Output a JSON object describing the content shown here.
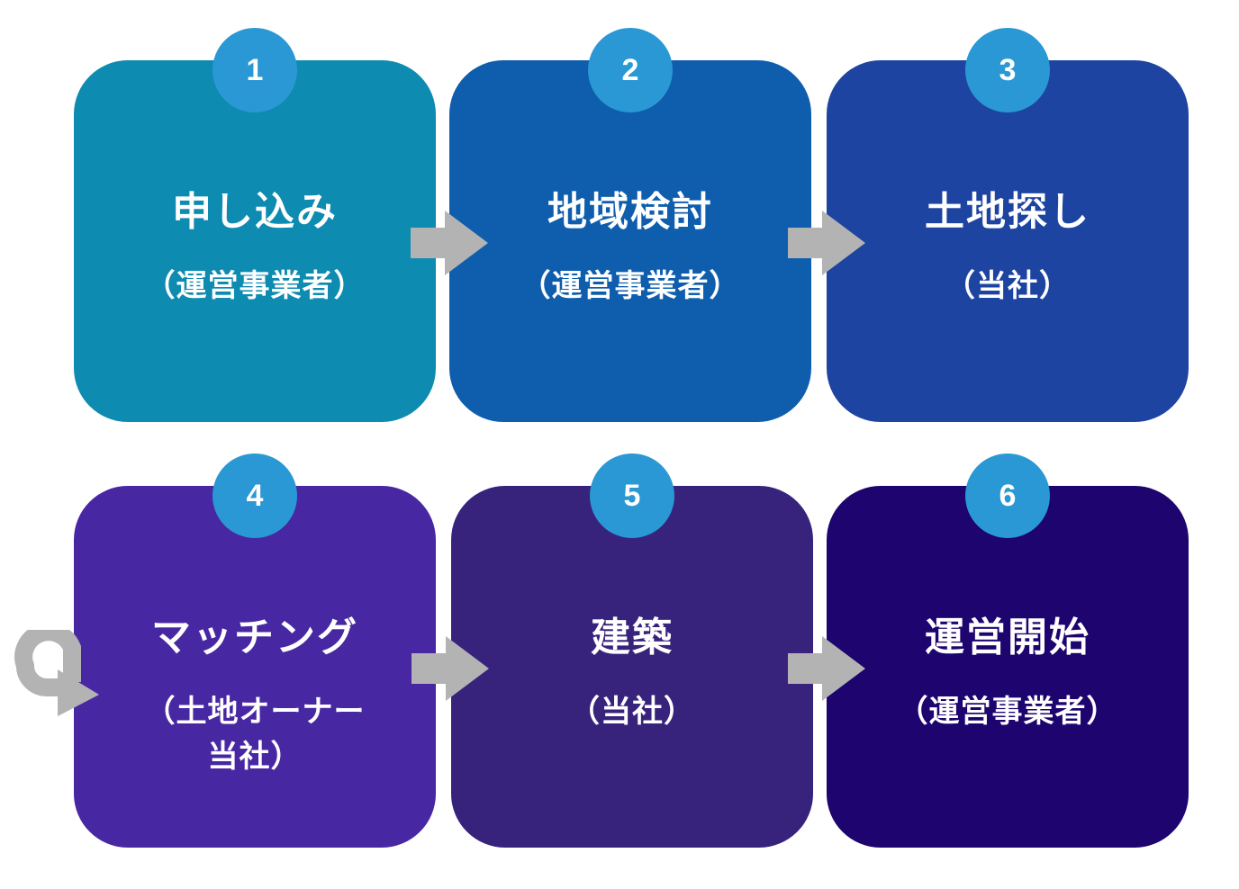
{
  "colors": {
    "badge": "#2a98d4",
    "arrow": "#b3b3b3",
    "step_1": "#0d8bb1",
    "step_2": "#0e5ead",
    "step_3": "#1e44a1",
    "step_4": "#4827a3",
    "step_5": "#37237c",
    "step_6": "#1d046f"
  },
  "steps": [
    {
      "number": "1",
      "title": "申し込み",
      "sub": [
        "（運営事業者）"
      ]
    },
    {
      "number": "2",
      "title": "地域検討",
      "sub": [
        "（運営事業者）"
      ]
    },
    {
      "number": "3",
      "title": "土地探し",
      "sub": [
        "（当社）"
      ]
    },
    {
      "number": "4",
      "title": "マッチング",
      "sub": [
        "（土地オーナー",
        "当社）"
      ]
    },
    {
      "number": "5",
      "title": "建築",
      "sub": [
        "（当社）"
      ]
    },
    {
      "number": "6",
      "title": "運営開始",
      "sub": [
        "（運営事業者）"
      ]
    }
  ]
}
